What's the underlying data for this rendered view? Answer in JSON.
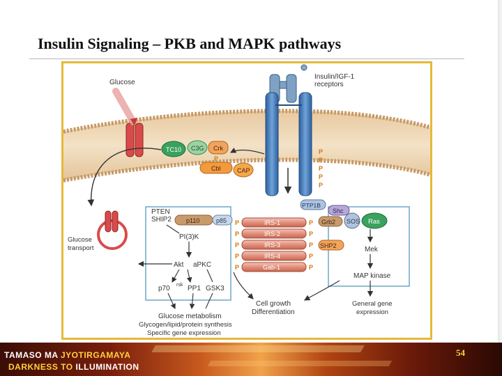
{
  "slide": {
    "title": "Insulin Signaling – PKB and MAPK pathways",
    "page_number": "54"
  },
  "footer": {
    "motto_line1_a": "TAMASO MA",
    "motto_line1_b": " JYOTIRGAMAYA",
    "motto_line2_a": "DARKNESS TO",
    "motto_line2_b": " ILLUMINATION"
  },
  "diagram": {
    "glucose": "Glucose",
    "receptor_line1": "Insulin/IGF-1",
    "receptor_line2": "receptors",
    "tc10": "TC10",
    "c3g": "C3G",
    "crk": "Crk",
    "cbl": "Cbl",
    "cap": "CAP",
    "p": "P",
    "ptp1b": "PTP1B",
    "shc": "Shc",
    "grb2": "Grb2",
    "sos": "SOS",
    "ras": "Ras",
    "shp2": "SHP2",
    "pten": "PTEN",
    "ship2": "SHIP2",
    "p110": "p110",
    "p85": "p85",
    "pi3k": "PI(3)K",
    "akt": "Akt",
    "apkc": "aPKC",
    "p70": "p70",
    "p70_sup": "rsk",
    "pp1": "PP1",
    "gsk3": "GSK3",
    "irs": [
      "IRS-1",
      "IRS-2",
      "IRS-3",
      "IRS-4",
      "Gab-1"
    ],
    "transport_line1": "Glucose",
    "transport_line2": "transport",
    "mek": "Mek",
    "map_kinase": "MAP kinase",
    "gene_line1": "General gene",
    "gene_line2": "expression",
    "growth_line1": "Cell growth",
    "growth_line2": "Differentiation",
    "metab_line1": "Glucose metabolism",
    "metab_line2": "Glycogen/lipid/protein synthesis",
    "metab_line3": "Specific gene expression"
  }
}
